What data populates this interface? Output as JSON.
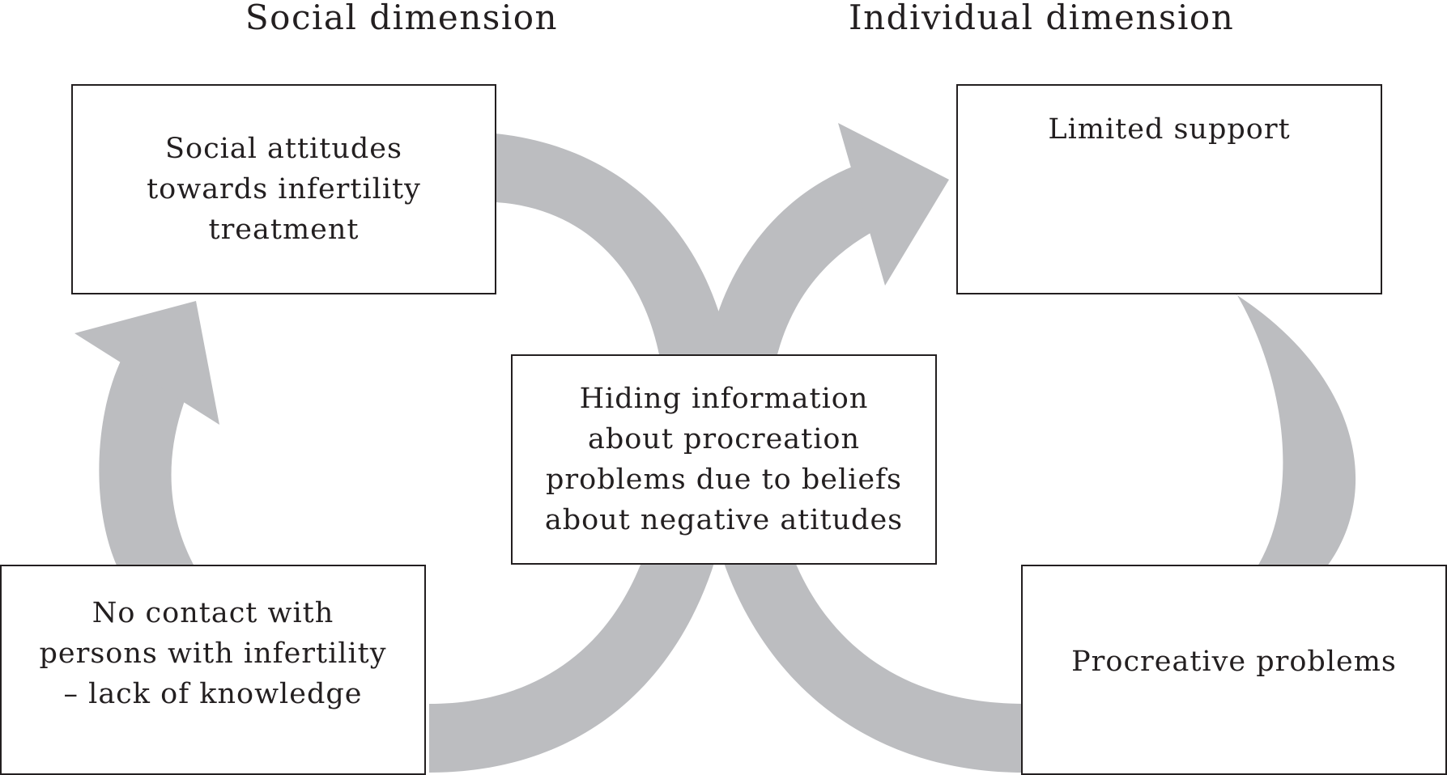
{
  "headings": {
    "social": "Social dimension",
    "individual": "Individual dimension"
  },
  "boxes": {
    "social_attitudes": "Social attitudes towards infertility treatment",
    "limited_support": "Limited support",
    "hiding_information": "Hiding information about procreation problems due to beliefs about negative atitudes",
    "no_contact": "No contact with persons with infertility – lack of knowledge",
    "procreative_problems": "Procreative problems"
  },
  "colors": {
    "flow": "#bcbdc0",
    "border": "#231f20",
    "text": "#231f20"
  }
}
